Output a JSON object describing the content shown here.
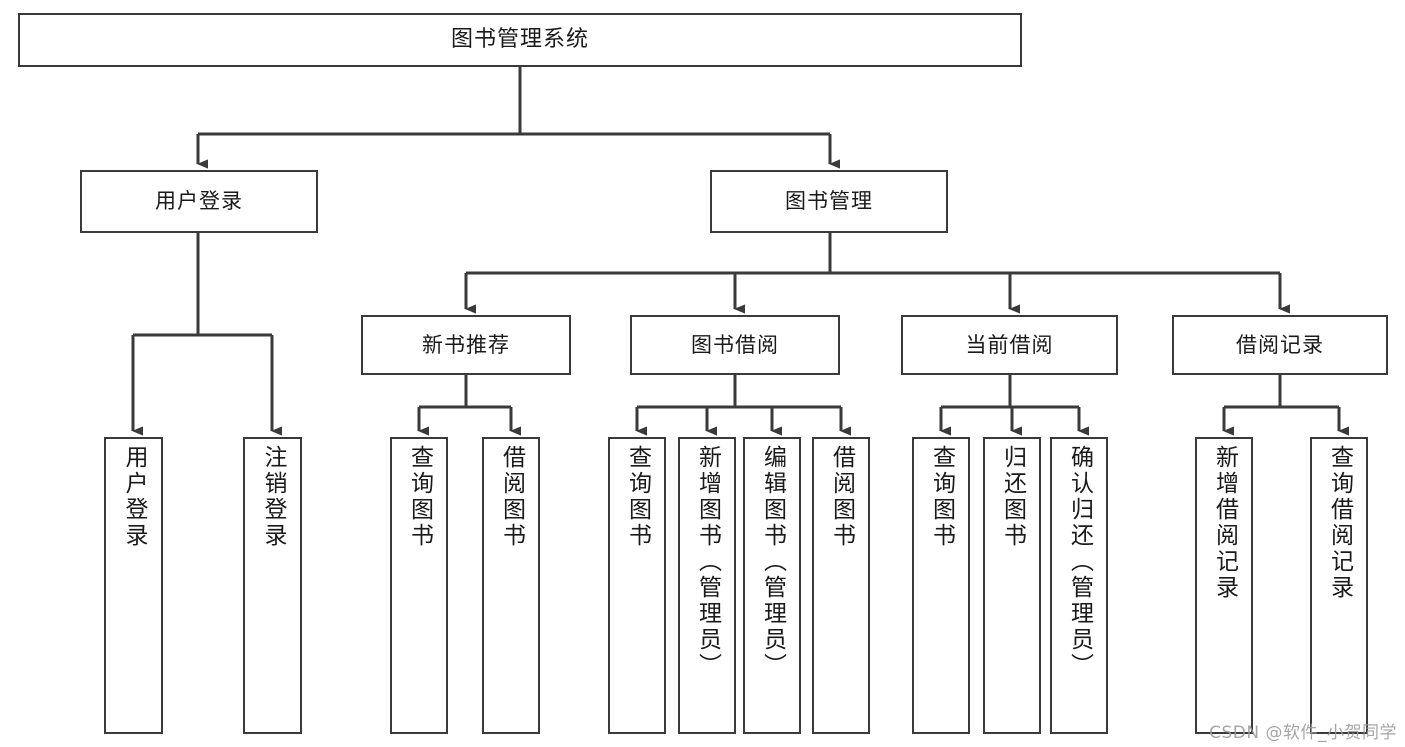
{
  "diagram": {
    "title": "图书管理系统",
    "type": "tree-hierarchy-chart",
    "style": {
      "box_border_color": "#3a3a3a",
      "box_fill_color": "#ffffff",
      "connector_color": "#3a3a3a",
      "background_color": "#ffffff",
      "text_color": "#1a1a1a"
    },
    "root": {
      "label": "图书管理系统"
    },
    "branches": [
      {
        "id": "user-login",
        "label": "用户登录"
      },
      {
        "id": "book-management",
        "label": "图书管理"
      }
    ],
    "groups": [
      {
        "id": "new-book-recommend",
        "label": "新书推荐"
      },
      {
        "id": "book-borrow",
        "label": "图书借阅"
      },
      {
        "id": "current-borrow",
        "label": "当前借阅"
      },
      {
        "id": "borrow-record",
        "label": "借阅记录"
      }
    ],
    "leaves": {
      "user-login": [
        {
          "id": "leaf-user-login",
          "label": "用户登录"
        },
        {
          "id": "leaf-logout",
          "label": "注销登录"
        }
      ],
      "new-book-recommend": [
        {
          "id": "leaf-query-book-1",
          "label": "查询图书"
        },
        {
          "id": "leaf-borrow-book-1",
          "label": "借阅图书"
        }
      ],
      "book-borrow": [
        {
          "id": "leaf-query-book-2",
          "label": "查询图书"
        },
        {
          "id": "leaf-add-book",
          "label": "新增图书（管理员）"
        },
        {
          "id": "leaf-edit-book",
          "label": "编辑图书（管理员）"
        },
        {
          "id": "leaf-borrow-book-2",
          "label": "借阅图书"
        }
      ],
      "current-borrow": [
        {
          "id": "leaf-query-book-3",
          "label": "查询图书"
        },
        {
          "id": "leaf-return-book",
          "label": "归还图书"
        },
        {
          "id": "leaf-confirm-return",
          "label": "确认归还（管理员）"
        }
      ],
      "borrow-record": [
        {
          "id": "leaf-add-record",
          "label": "新增借阅记录"
        },
        {
          "id": "leaf-query-record",
          "label": "查询借阅记录"
        }
      ]
    }
  },
  "watermark": {
    "text": "CSDN @软件_小贺同学"
  }
}
